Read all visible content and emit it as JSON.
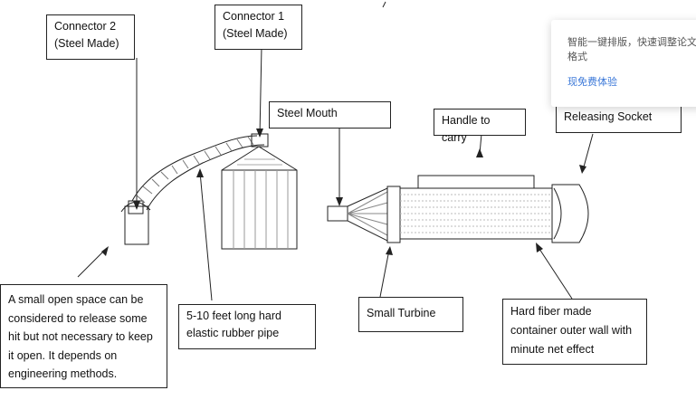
{
  "labels": {
    "connector2": "Connector 2\n(Steel Made)",
    "connector1": "Connector 1\n(Steel Made)",
    "steel_mouth": "Steel Mouth",
    "handle": "Handle to carry",
    "releasing_socket": "Releasing Socket",
    "small_turbine": "Small Turbine",
    "open_space": "A small open space can be considered to release some hit but not necessary to keep it open. It depends on engineering methods.",
    "rubber_pipe": "5-10 feet long hard elastic rubber pipe",
    "hard_fiber": "Hard fiber made container outer wall with minute net effect"
  },
  "popup": {
    "text": "智能一键排版，快速调整论文格式",
    "link": "现免费体验"
  },
  "colors": {
    "stroke": "#222222",
    "link": "#3b78d8"
  }
}
